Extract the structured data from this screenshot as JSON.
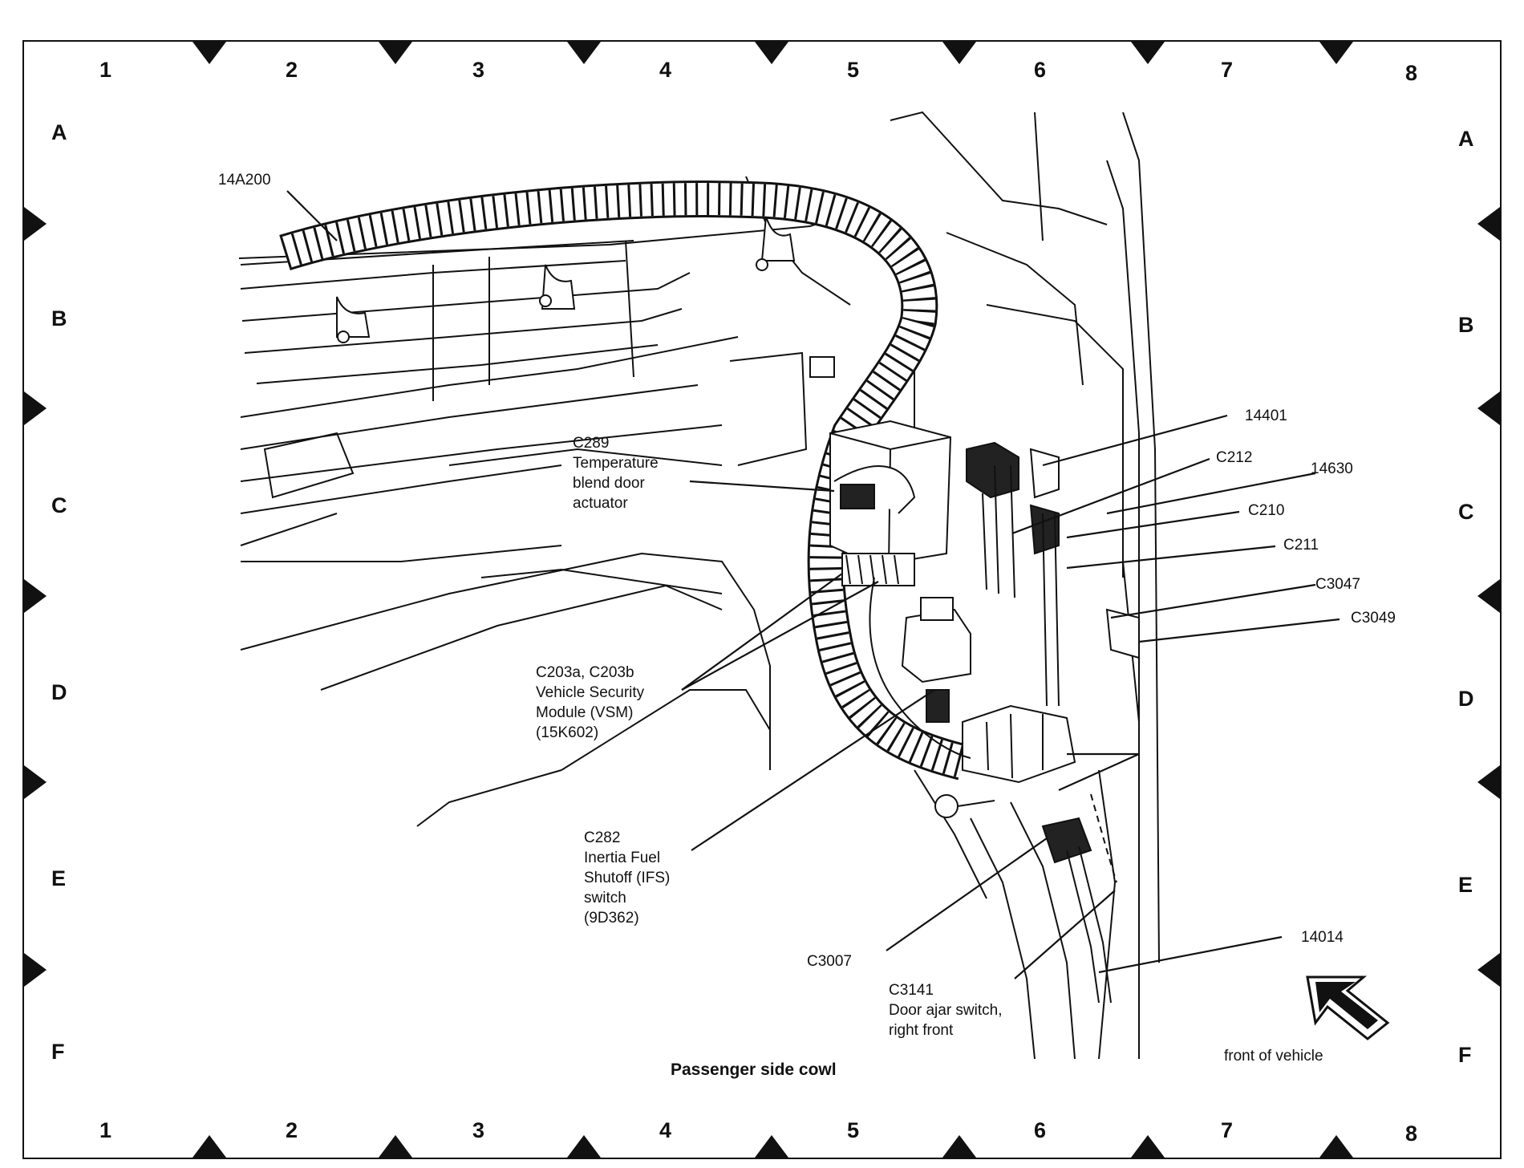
{
  "grid": {
    "columns": [
      "1",
      "2",
      "3",
      "4",
      "5",
      "6",
      "7",
      "8"
    ],
    "rows": [
      "A",
      "B",
      "C",
      "D",
      "E",
      "F"
    ]
  },
  "callouts": {
    "harness_14A200": "14A200",
    "c289": "C289\nTemperature\nblend door\nactuator",
    "c203": "C203a, C203b\nVehicle Security\nModule (VSM)\n(15K602)",
    "c282": "C282\nInertia Fuel\nShutoff (IFS)\nswitch\n(9D362)",
    "c3007": "C3007",
    "c3141": "C3141\nDoor ajar switch,\nright front",
    "n14401": "14401",
    "c212": "C212",
    "n14630": "14630",
    "c210": "C210",
    "c211": "C211",
    "c3047": "C3047",
    "c3049": "C3049",
    "n14014": "14014"
  },
  "caption": "Passenger side cowl",
  "orientation": {
    "label": "front of vehicle",
    "icon": "direction-arrow-icon"
  }
}
